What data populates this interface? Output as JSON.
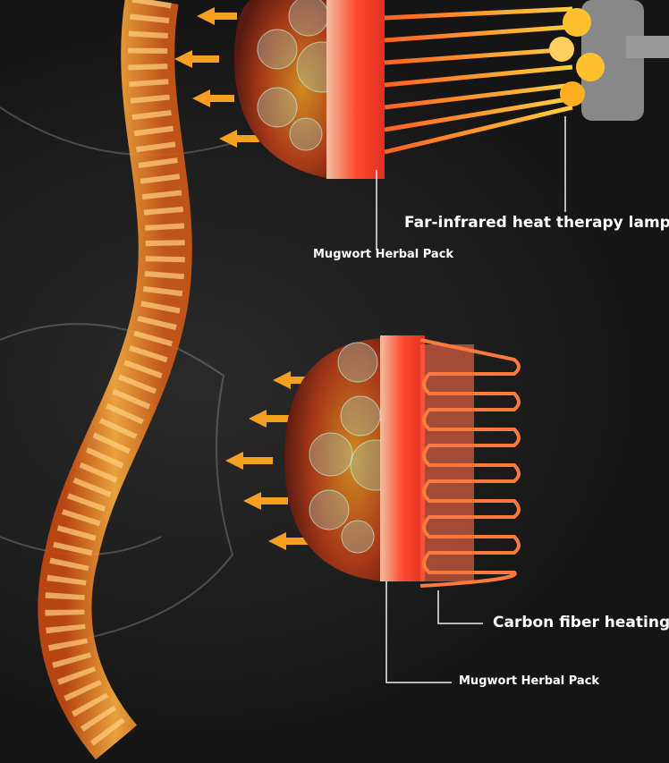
{
  "labels": {
    "top_pack": "Mugwort Herbal Pack",
    "lamp": "Far-infrared heat therapy lamp",
    "carbon": "Carbon fiber heating",
    "bottom_pack": "Mugwort Herbal Pack"
  },
  "colors": {
    "background": "#161616",
    "spine": "#f08a2a",
    "heat": "#ff5a2a",
    "ray": "#ffb020",
    "arrow": "#f5a020",
    "herb_bubble": "#7fb8a0"
  }
}
